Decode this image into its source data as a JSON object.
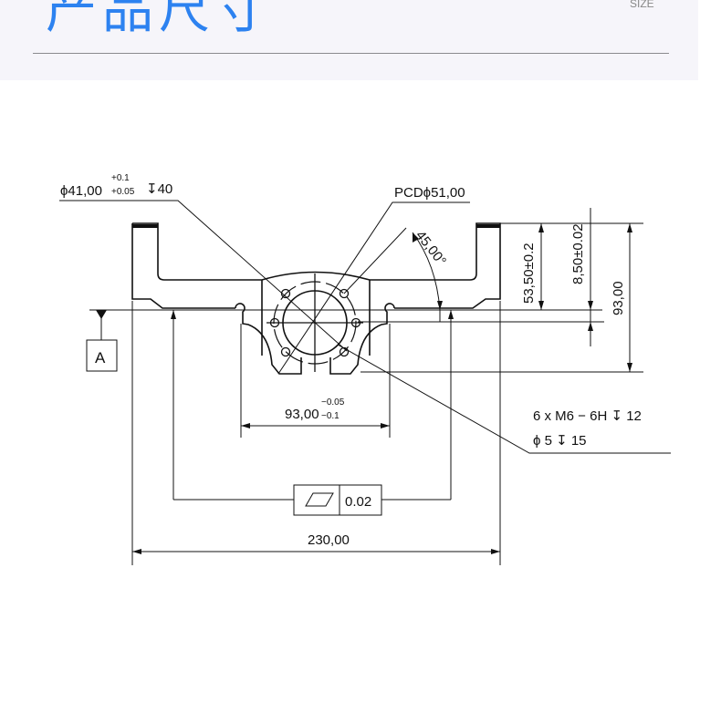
{
  "header": {
    "title": "产品尺寸",
    "subtitle": "SIZE"
  },
  "drawing": {
    "bore_dim": "ϕ41,00",
    "bore_tol_upper": "+0.1",
    "bore_tol_lower": "+0.05",
    "bore_depth": "↧40",
    "pcd": "PCDϕ51,00",
    "angle": "45,00°",
    "dim_53": "53,50±0.2",
    "dim_8": "8,50±0.02",
    "dim_93_v": "93,00",
    "dim_93_h": "93,00",
    "dim_93_h_upper": "−0.05",
    "dim_93_h_lower": "−0.1",
    "thread": "6 x  M6 − 6H ↧ 12",
    "hole": "ϕ 5 ↧ 15",
    "parallel_tol": "0.02",
    "datum": "A",
    "dim_230": "230,00"
  }
}
